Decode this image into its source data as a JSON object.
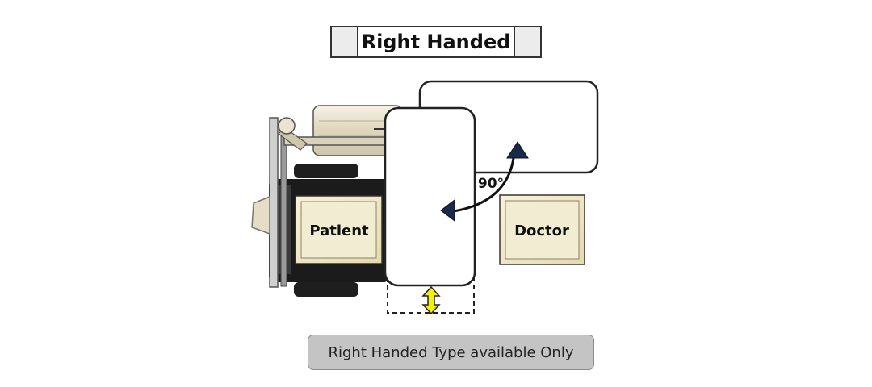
{
  "title": "Right Handed",
  "labels": {
    "patient": "Patient",
    "doctor": "Doctor",
    "angle": "90°"
  },
  "caption": "Right Handed Type available Only",
  "colors": {
    "arrow": "#1a2a4a",
    "height_arrow": "#f5f000",
    "chair_cream": "#ece6d2",
    "pad_beige": "#efe7c4"
  }
}
